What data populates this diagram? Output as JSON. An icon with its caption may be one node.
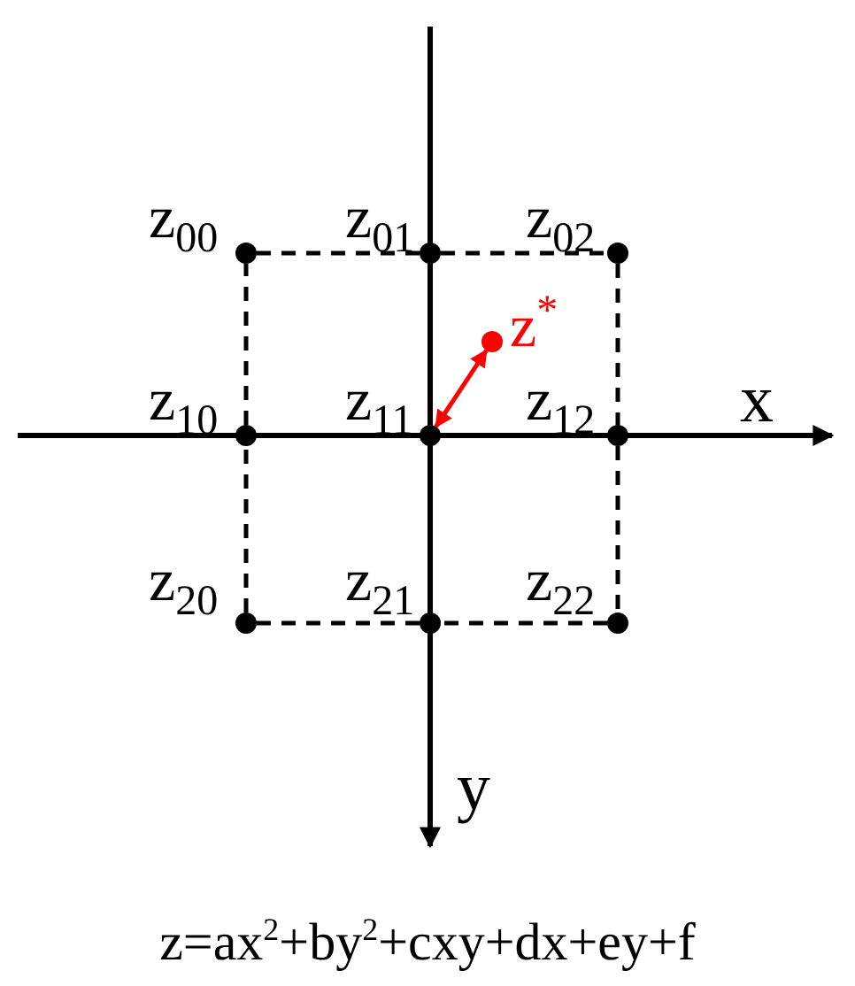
{
  "diagram": {
    "caption": "z=ax$^{2}$+by$^{2}$+cxy+dx+ey+f",
    "nodes": [
      {
        "text": [
          "z$_{00}$"
        ]
      },
      {
        "text": [
          "z$_{01}$"
        ]
      },
      {
        "text": [
          "z$_{02}$"
        ]
      },
      {
        "text": [
          "z$^{*}$"
        ]
      },
      {
        "text": [
          "z$_{10}$"
        ]
      },
      {
        "text": [
          "z$_{11}$"
        ]
      },
      {
        "text": [
          "z$_{12}$"
        ]
      },
      {
        "text": [
          "z$_{20}$"
        ]
      },
      {
        "text": [
          "z$_{21}$"
        ]
      },
      {
        "text": [
          "z$_{22}$"
        ]
      }
    ],
    "edges": [
      {
        "from": 0,
        "to": 1,
        "arrow": "none",
        "style": "dashed"
      },
      {
        "from": 1,
        "to": 2,
        "arrow": "none",
        "style": "dashed"
      },
      {
        "from": 2,
        "to": 6,
        "arrow": "none",
        "style": "dashed"
      },
      {
        "from": 6,
        "to": 9,
        "arrow": "none",
        "style": "dashed"
      },
      {
        "from": 9,
        "to": 8,
        "arrow": "none",
        "style": "dashed"
      },
      {
        "from": 8,
        "to": 7,
        "arrow": "none",
        "style": "dashed"
      },
      {
        "from": 7,
        "to": 4,
        "arrow": "none",
        "style": "dashed"
      },
      {
        "from": 4,
        "to": 0,
        "arrow": "none",
        "style": "dashed"
      },
      {
        "from": 3,
        "to": 5,
        "arrow": "both",
        "color": "#ff0000"
      }
    ],
    "labels": [
      "x",
      "y"
    ]
  }
}
